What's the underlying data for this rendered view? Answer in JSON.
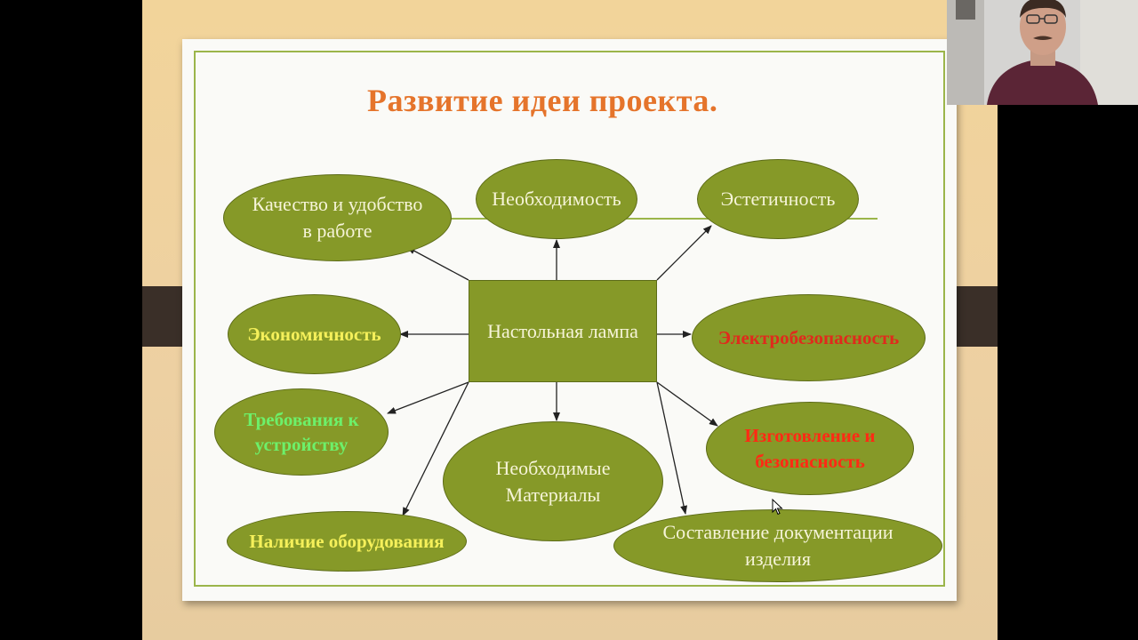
{
  "slide": {
    "title": "Развитие идеи проекта.",
    "center": "Настольная лампа",
    "nodes": {
      "quality": "Качество и удобство в работе",
      "necessity": "Необходимость",
      "aesthetics": "Эстетичность",
      "economy": "Экономичность",
      "electrical_safety": "Электробезопасность",
      "device_requirements": "Требования к устройству",
      "materials": "Необходимые Материалы",
      "manufacturing_safety": "Изготовление и безопасность",
      "equipment": "Наличие оборудования",
      "documentation": "Составление документации изделия"
    }
  },
  "colors": {
    "node_fill": "#869928",
    "title": "#e5742b",
    "text_light": "#f6f4d8",
    "text_bold_yellow": "#f5f05a",
    "text_green": "#6df06a",
    "text_red": "#e02a1c",
    "text_red_bright": "#ff2a14",
    "arrow": "#222222",
    "frame": "#9bb54a"
  },
  "icons": {
    "cursor": "mouse-pointer-icon",
    "webcam": "presenter-webcam"
  }
}
